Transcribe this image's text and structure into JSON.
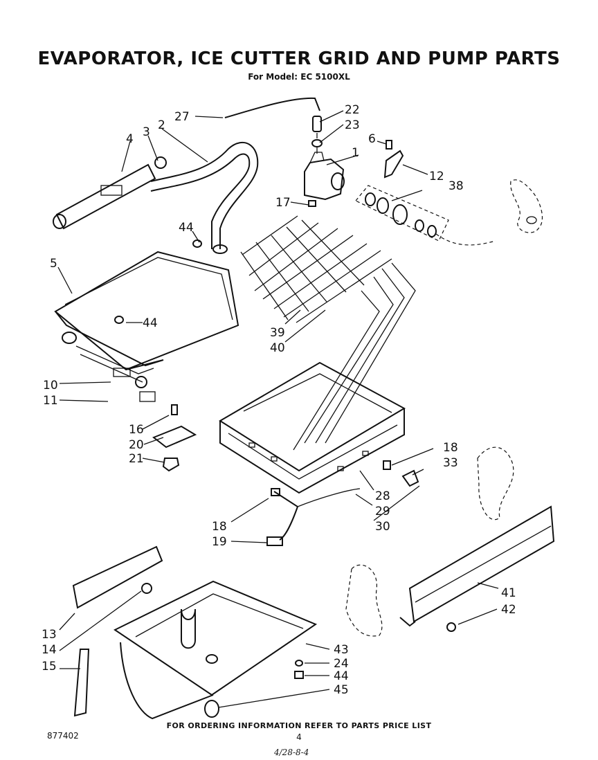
{
  "title": "EVAPORATOR, ICE CUTTER GRID AND PUMP PARTS",
  "subtitle": "For Model: EC 5100XL",
  "callouts": {
    "c27": "27",
    "c22": "22",
    "c23": "23",
    "c6": "6",
    "c1": "1",
    "c12": "12",
    "c38": "38",
    "c4": "4",
    "c3": "3",
    "c2": "2",
    "c17": "17",
    "c44a": "44",
    "c5": "5",
    "c44b": "44",
    "c39": "39",
    "c40": "40",
    "c10": "10",
    "c11": "11",
    "c16": "16",
    "c20": "20",
    "c21": "21",
    "c18a": "18",
    "c33": "33",
    "c28": "28",
    "c29": "29",
    "c30": "30",
    "c18b": "18",
    "c19": "19",
    "c41": "41",
    "c42": "42",
    "c13": "13",
    "c14": "14",
    "c15": "15",
    "c43": "43",
    "c24": "24",
    "c44c": "44",
    "c45": "45"
  },
  "footer": {
    "note": "FOR ORDERING INFORMATION REFER TO PARTS PRICE LIST",
    "page_number": "4",
    "drawing_code": "877402",
    "handwritten": "4/28-8-4"
  }
}
